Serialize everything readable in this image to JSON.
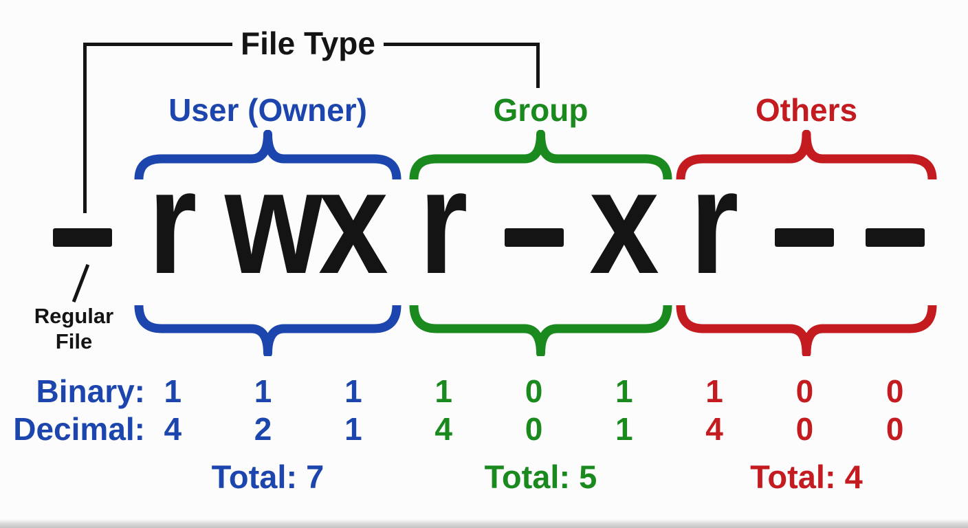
{
  "colors": {
    "ink": "#141414",
    "background": "#fcfcfc"
  },
  "file_type": {
    "label": "File Type"
  },
  "regular_file": {
    "label": "Regular\nFile"
  },
  "permissions": {
    "string": "-rwxr-xr--",
    "chars": [
      "-",
      "r",
      "w",
      "x",
      "r",
      "-",
      "x",
      "r",
      "-",
      "-"
    ]
  },
  "rows": {
    "binary_label": "Binary:",
    "decimal_label": "Decimal:"
  },
  "sections": [
    {
      "name": "User (Owner)",
      "color": "#1c46ae",
      "binary": [
        "1",
        "1",
        "1"
      ],
      "decimal": [
        "4",
        "2",
        "1"
      ],
      "total": "Total: 7"
    },
    {
      "name": "Group",
      "color": "#1a8a1e",
      "binary": [
        "1",
        "0",
        "1"
      ],
      "decimal": [
        "4",
        "0",
        "1"
      ],
      "total": "Total: 5"
    },
    {
      "name": "Others",
      "color": "#c41b21",
      "binary": [
        "1",
        "0",
        "0"
      ],
      "decimal": [
        "4",
        "0",
        "0"
      ],
      "total": "Total: 4"
    }
  ]
}
